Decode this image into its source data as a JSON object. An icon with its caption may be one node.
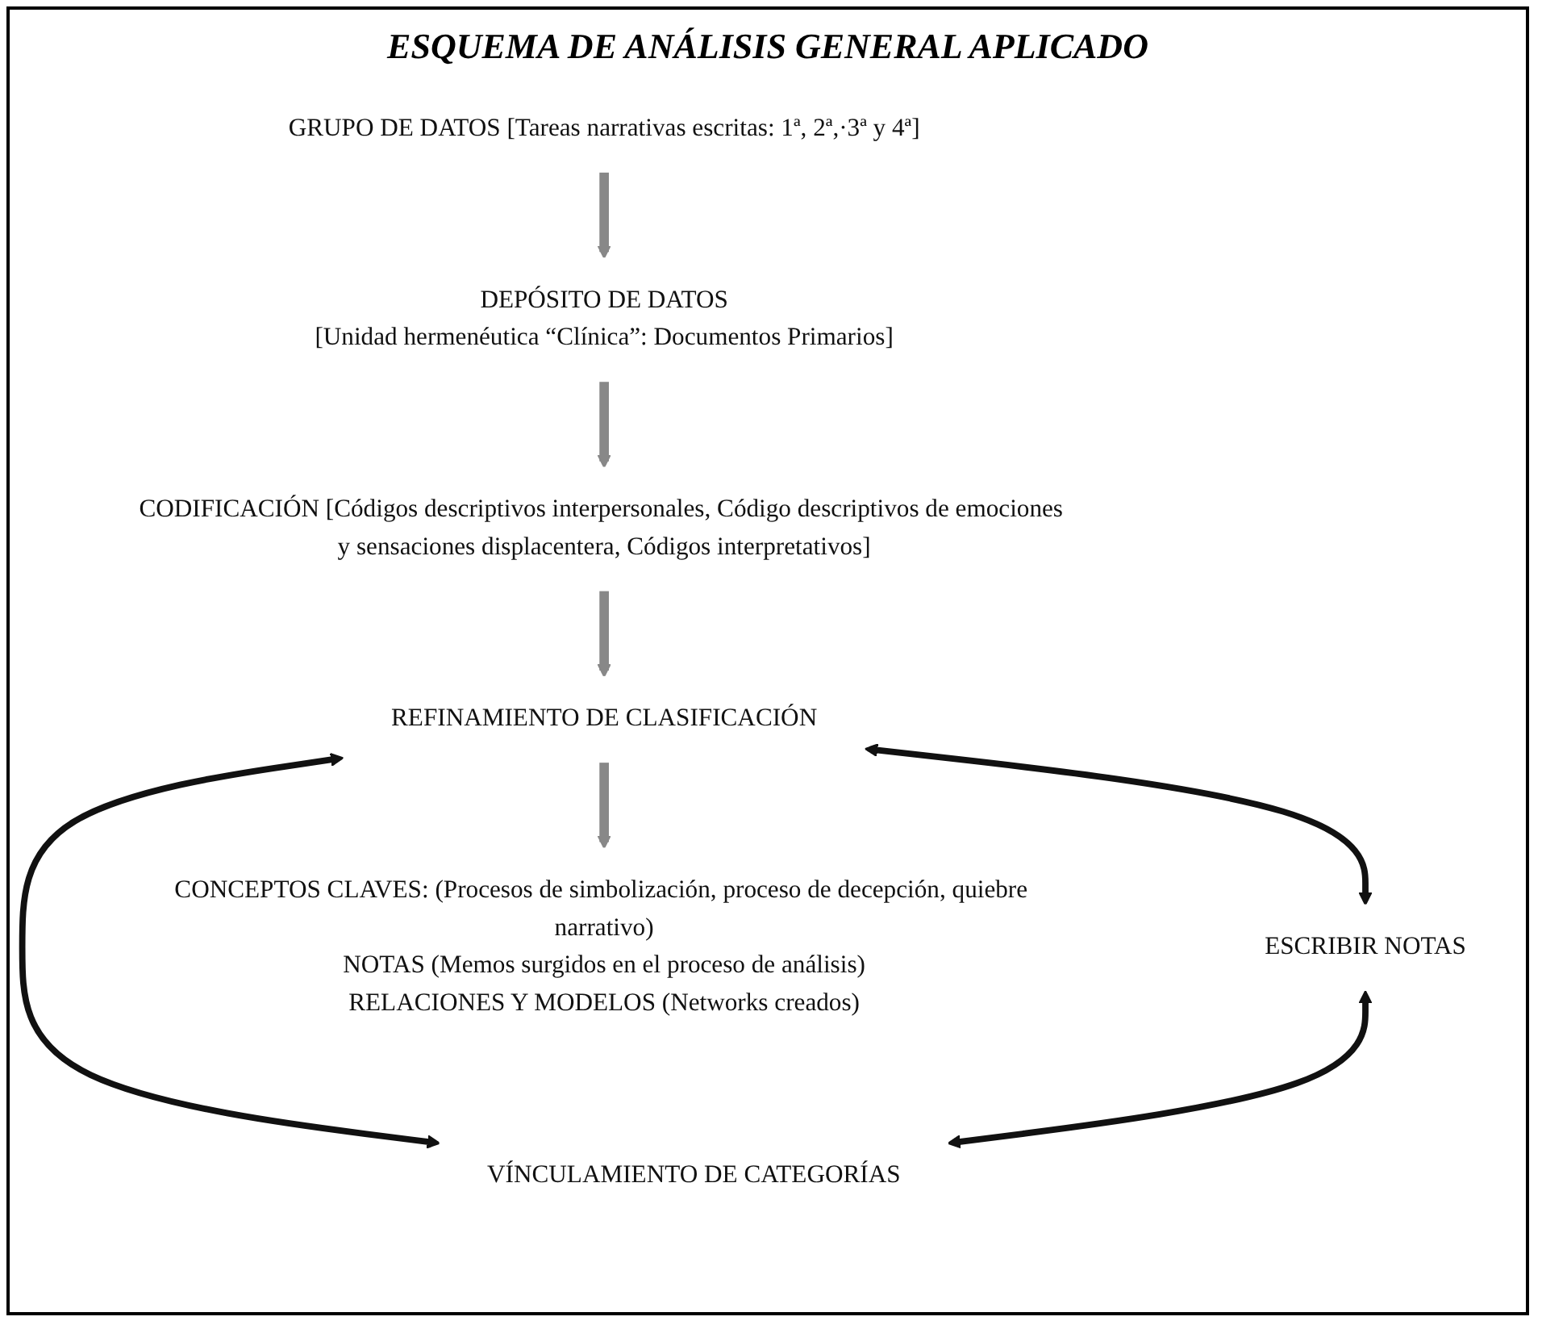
{
  "diagram": {
    "title": "ESQUEMA DE ANÁLISIS GENERAL APLICADO",
    "nodes": [
      {
        "text": [
          "GRUPO DE DATOS [Tareas narrativas escritas: 1ª, 2ª,·3ª y 4ª]"
        ]
      },
      {
        "text": [
          "DEPÓSITO DE DATOS",
          "[Unidad hermenéutica “Clínica”: Documentos Primarios]"
        ]
      },
      {
        "text": [
          "CODIFICACIÓN [Códigos descriptivos interpersonales, Código descriptivos de emociones y sensaciones displacentera, Códigos interpretativos]"
        ]
      },
      {
        "text": [
          "REFINAMIENTO DE CLASIFICACIÓN"
        ]
      },
      {
        "text": [
          "ESCRIBIR NOTAS"
        ]
      },
      {
        "text": [
          "VÍNCULAMIENTO DE CATEGORÍAS"
        ]
      },
      {
        "text": [
          "CONCEPTOS CLAVES: (Procesos de simbolización, proceso de decepción, quiebre narrativo)",
          "NOTAS (Memos surgidos en el proceso de análisis)",
          "RELACIONES Y MODELOS (Networks creados)"
        ]
      }
    ],
    "edges": [
      {
        "from": 0,
        "to": 1,
        "arrow": "to"
      },
      {
        "from": 1,
        "to": 2,
        "arrow": "to"
      },
      {
        "from": 2,
        "to": 3,
        "arrow": "to"
      },
      {
        "from": 3,
        "to": 4,
        "arrow": "both",
        "color": "#111111"
      },
      {
        "from": 3,
        "to": 5,
        "arrow": "both",
        "color": "#111111"
      },
      {
        "from": 4,
        "to": 5,
        "arrow": "both",
        "color": "#111111"
      },
      {
        "from": 3,
        "to": 6,
        "arrow": "to"
      }
    ]
  }
}
